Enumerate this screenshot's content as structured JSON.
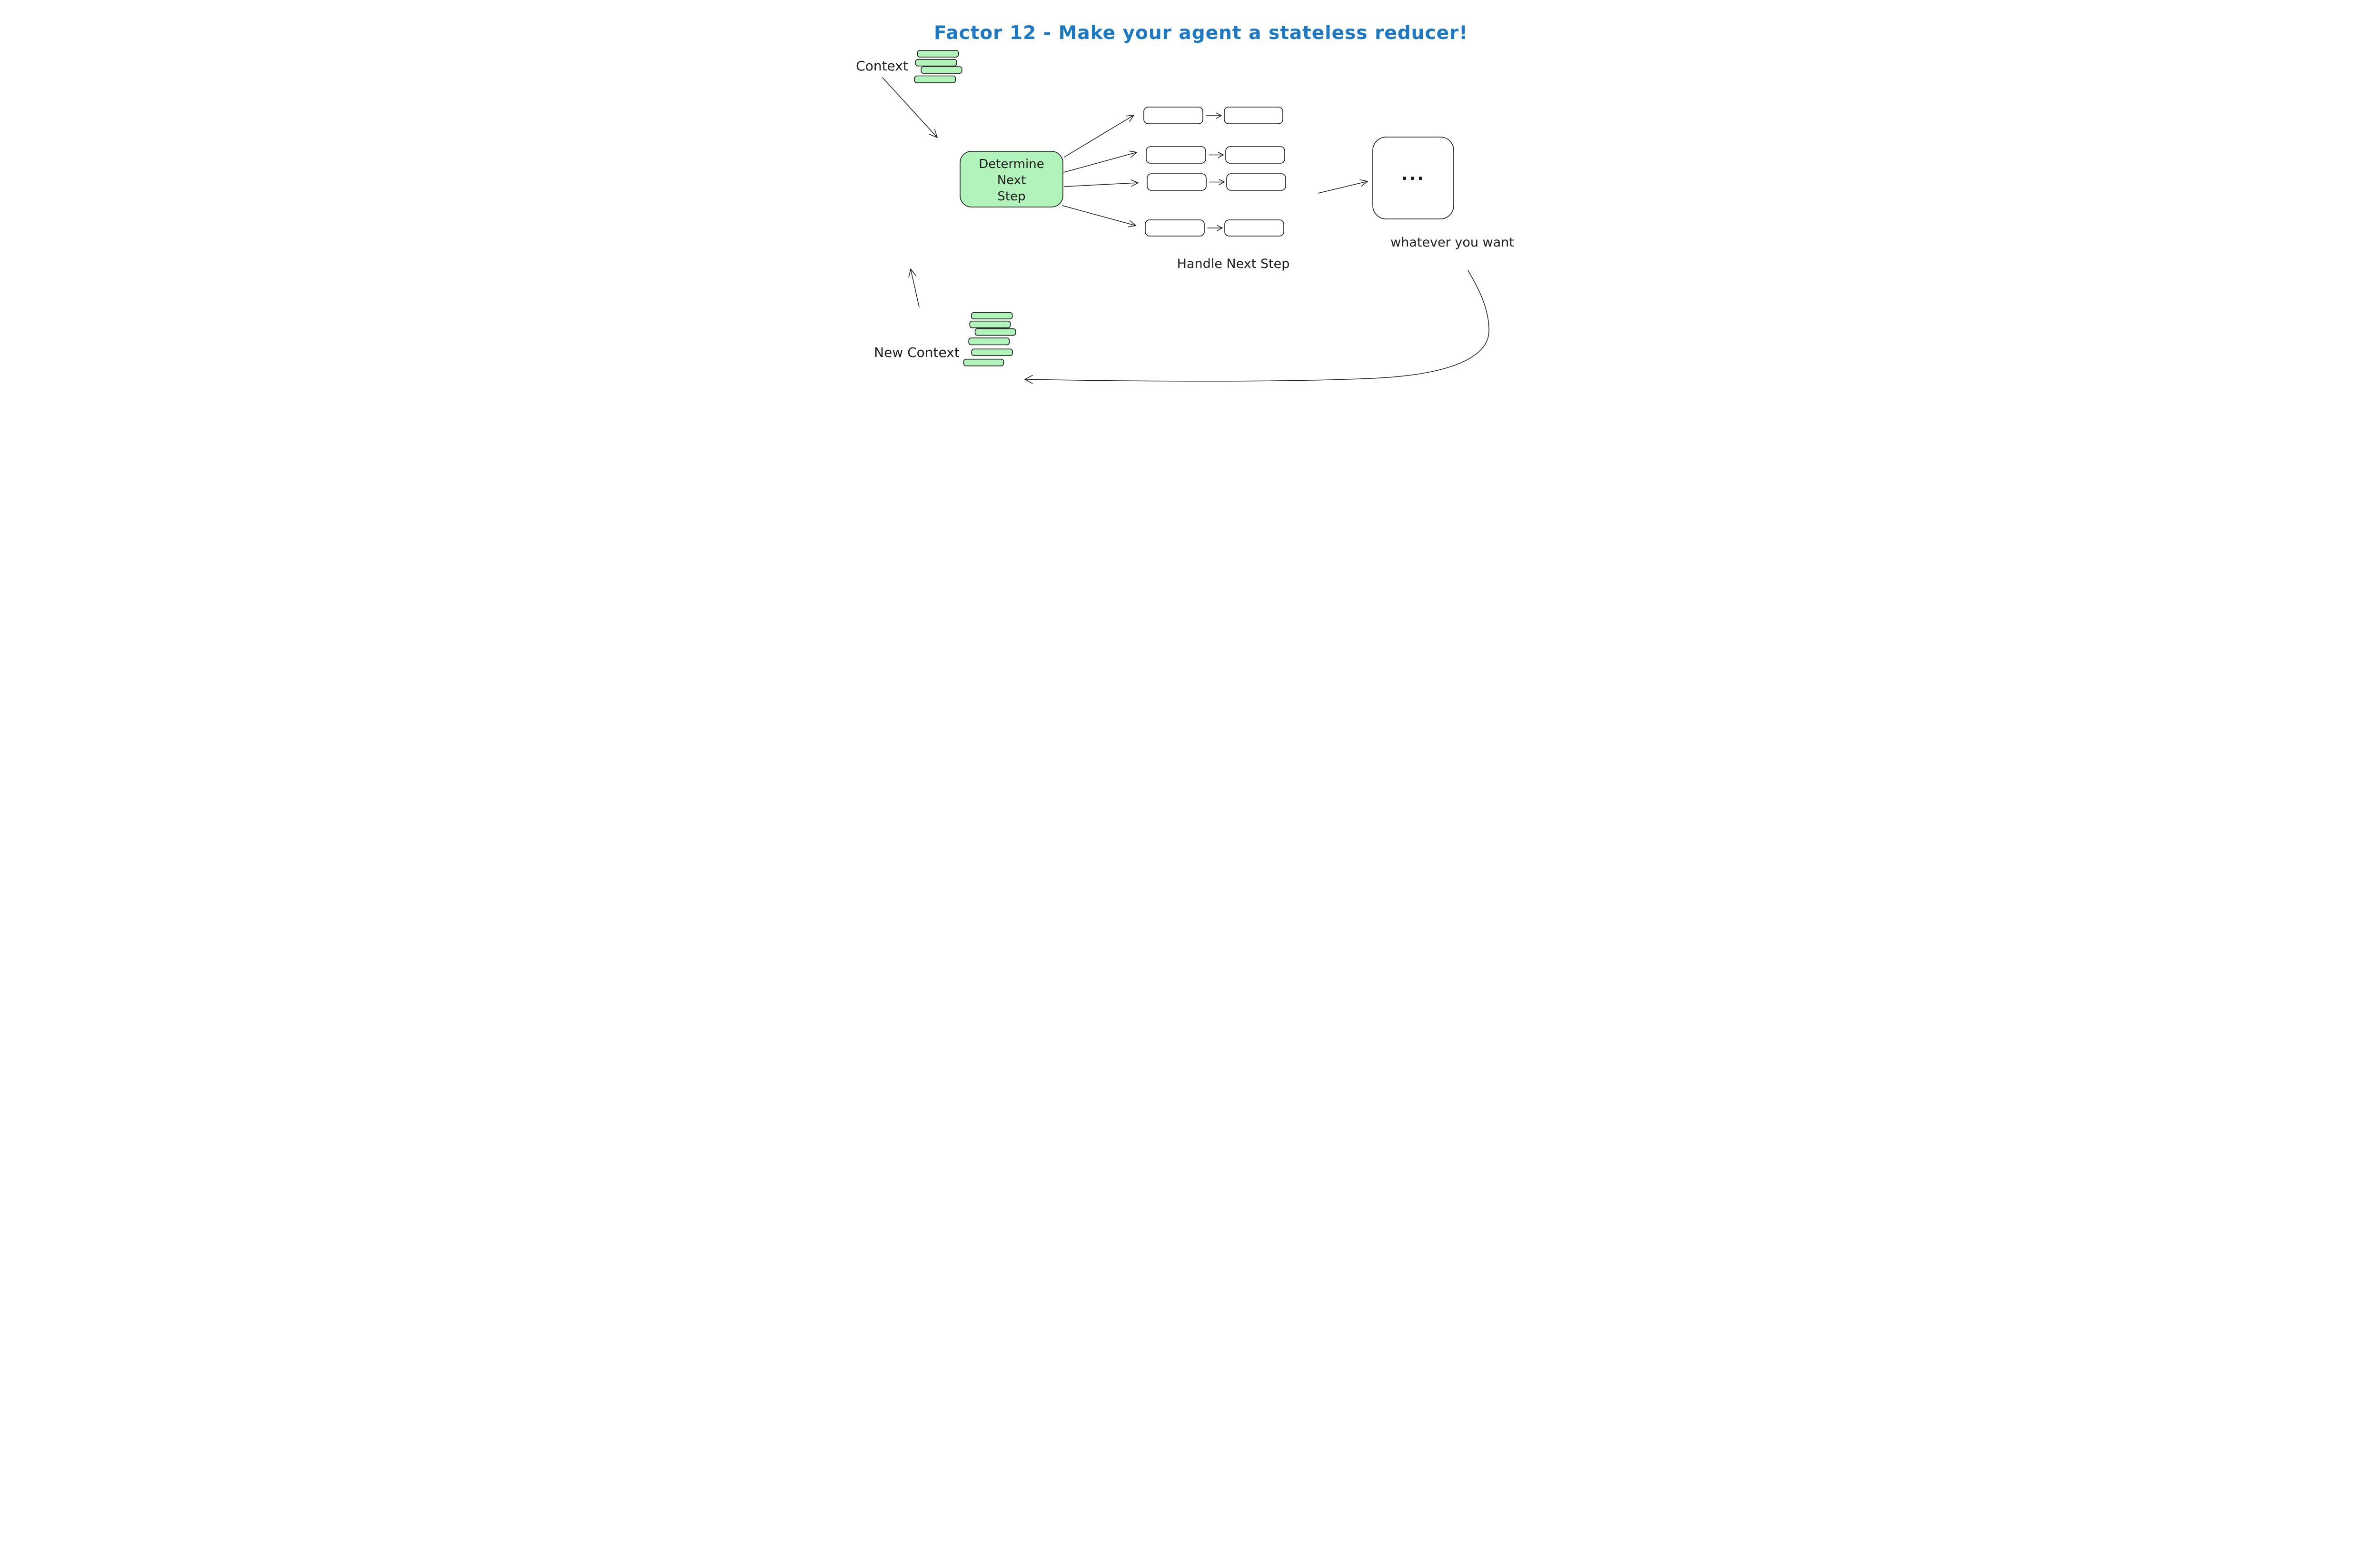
{
  "colors": {
    "title_blue": "#1e79c2",
    "green_fill": "#b2f2bb",
    "stroke": "#1e1e1e",
    "background": "#ffffff"
  },
  "diagram": {
    "title": "Factor 12 - Make your agent a stateless reducer!",
    "context": {
      "label": "Context",
      "stack_bars": 4
    },
    "determine_box": {
      "lines": [
        "Determine",
        "Next",
        "Step"
      ]
    },
    "handle": {
      "label": "Handle Next Step",
      "rows": 4,
      "boxes_per_row": 2
    },
    "output_box": {
      "ellipsis": "...",
      "caption": "whatever you want"
    },
    "new_context": {
      "label": "New Context",
      "stack_bars": 6
    }
  }
}
